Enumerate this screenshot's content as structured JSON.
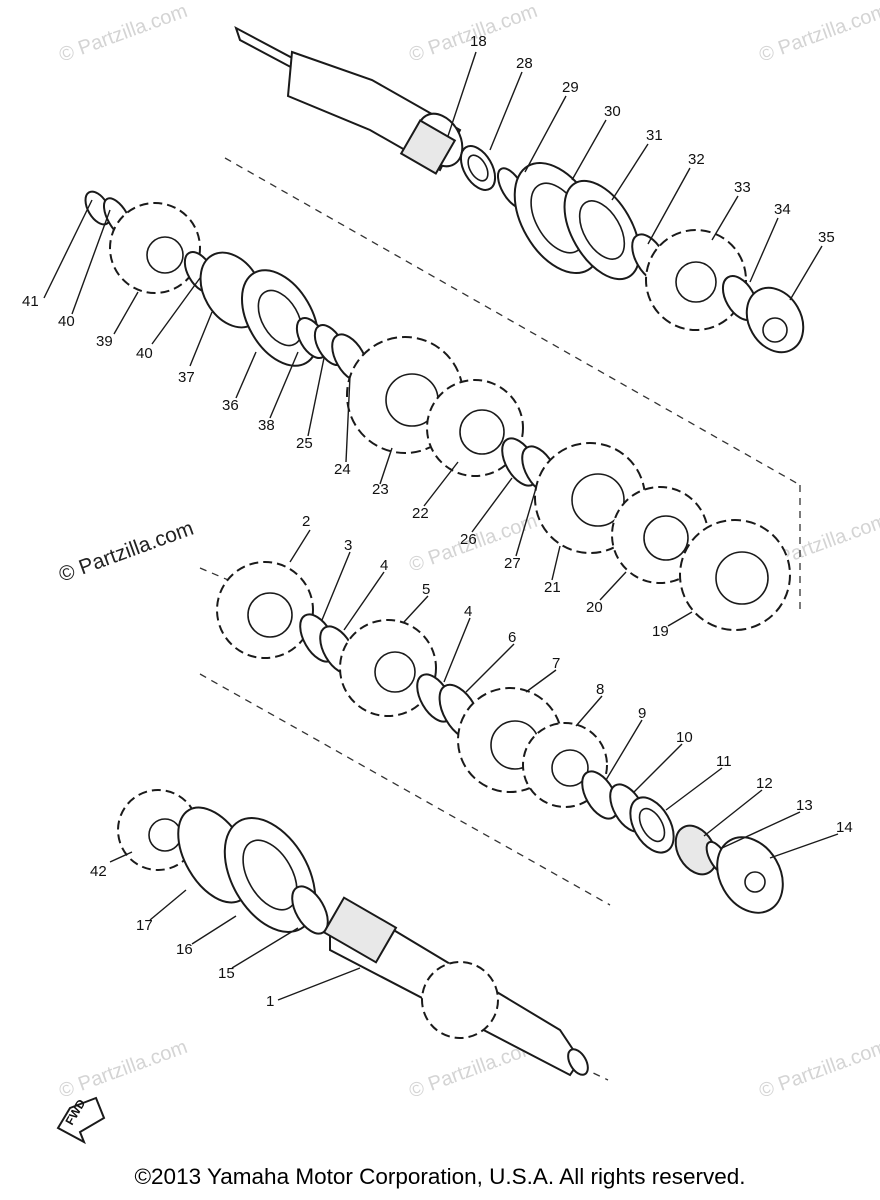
{
  "watermark": {
    "text": "© Partzilla.com"
  },
  "direction_marker": {
    "label": "FWD",
    "icon": "forward-arrow-icon"
  },
  "footer": {
    "copyright": "©2013 Yamaha Motor Corporation, U.S.A. All rights reserved."
  },
  "callouts": [
    {
      "part": "18",
      "label": "18"
    },
    {
      "part": "28",
      "label": "28"
    },
    {
      "part": "29",
      "label": "29"
    },
    {
      "part": "30",
      "label": "30"
    },
    {
      "part": "31",
      "label": "31"
    },
    {
      "part": "32",
      "label": "32"
    },
    {
      "part": "33",
      "label": "33"
    },
    {
      "part": "34",
      "label": "34"
    },
    {
      "part": "35",
      "label": "35"
    },
    {
      "part": "41",
      "label": "41"
    },
    {
      "part": "40a",
      "label": "40"
    },
    {
      "part": "39",
      "label": "39"
    },
    {
      "part": "40b",
      "label": "40"
    },
    {
      "part": "37",
      "label": "37"
    },
    {
      "part": "36",
      "label": "36"
    },
    {
      "part": "38",
      "label": "38"
    },
    {
      "part": "25",
      "label": "25"
    },
    {
      "part": "24",
      "label": "24"
    },
    {
      "part": "23",
      "label": "23"
    },
    {
      "part": "22",
      "label": "22"
    },
    {
      "part": "26",
      "label": "26"
    },
    {
      "part": "27",
      "label": "27"
    },
    {
      "part": "21",
      "label": "21"
    },
    {
      "part": "20",
      "label": "20"
    },
    {
      "part": "19",
      "label": "19"
    },
    {
      "part": "2",
      "label": "2"
    },
    {
      "part": "3",
      "label": "3"
    },
    {
      "part": "4a",
      "label": "4"
    },
    {
      "part": "5",
      "label": "5"
    },
    {
      "part": "4b",
      "label": "4"
    },
    {
      "part": "6",
      "label": "6"
    },
    {
      "part": "7",
      "label": "7"
    },
    {
      "part": "8",
      "label": "8"
    },
    {
      "part": "9",
      "label": "9"
    },
    {
      "part": "10",
      "label": "10"
    },
    {
      "part": "11",
      "label": "11"
    },
    {
      "part": "12",
      "label": "12"
    },
    {
      "part": "13",
      "label": "13"
    },
    {
      "part": "14",
      "label": "14"
    },
    {
      "part": "42",
      "label": "42"
    },
    {
      "part": "17",
      "label": "17"
    },
    {
      "part": "16",
      "label": "16"
    },
    {
      "part": "15",
      "label": "15"
    },
    {
      "part": "1",
      "label": "1"
    }
  ]
}
